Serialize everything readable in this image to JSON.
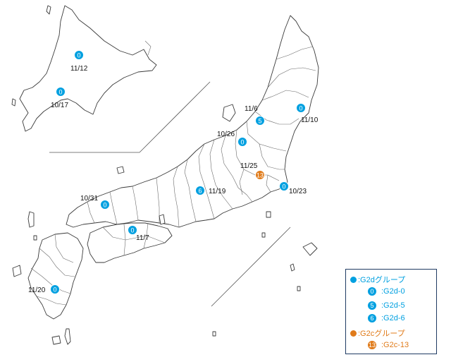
{
  "colors": {
    "g2d": "#00a0e0",
    "g2c": "#e07b1a"
  },
  "markers": [
    {
      "id": "hokkaido-north",
      "label": "0",
      "date": "11/12",
      "group": "g2d"
    },
    {
      "id": "hokkaido-south",
      "label": "0",
      "date": "10/17",
      "group": "g2d"
    },
    {
      "id": "tohoku-east",
      "label": "0",
      "date": "11/10",
      "group": "g2d"
    },
    {
      "id": "tohoku-west",
      "label": "5",
      "date": "11/6",
      "group": "g2d"
    },
    {
      "id": "hokuriku",
      "label": "0",
      "date": "10/26",
      "group": "g2d"
    },
    {
      "id": "kanto-inland",
      "label": "13",
      "date": "11/25",
      "group": "g2c"
    },
    {
      "id": "kanto-coast",
      "label": "0",
      "date": "10/23",
      "group": "g2d"
    },
    {
      "id": "chubu",
      "label": "6",
      "date": "11/19",
      "group": "g2d"
    },
    {
      "id": "chugoku",
      "label": "0",
      "date": "10/31",
      "group": "g2d"
    },
    {
      "id": "shikoku",
      "label": "0",
      "date": "11/7",
      "group": "g2d"
    },
    {
      "id": "kyushu",
      "label": "0",
      "date": "11/20",
      "group": "g2d"
    }
  ],
  "legend": {
    "g2d_group": ":G2dグループ",
    "g2d_items": [
      {
        "badge": "0",
        "label": ":G2d-0"
      },
      {
        "badge": "5",
        "label": ":G2d-5"
      },
      {
        "badge": "6",
        "label": ":G2d-6"
      }
    ],
    "g2c_group": ":G2cグループ",
    "g2c_items": [
      {
        "badge": "13",
        "label": ":G2c-13"
      }
    ]
  }
}
